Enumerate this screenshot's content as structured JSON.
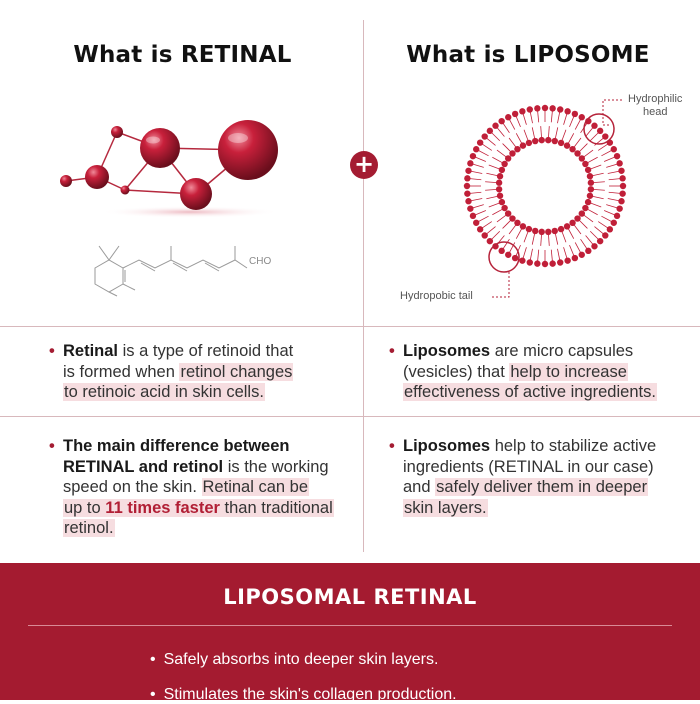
{
  "colors": {
    "brand_red": "#a41b30",
    "highlight": "#f6dde0",
    "accent_text": "#b11f35"
  },
  "left": {
    "title": "What is RETINAL",
    "formula_group": "CHO",
    "point1": {
      "bold": "Retinal",
      "text_a": " is a type of retinoid that",
      "text_b": "is formed when ",
      "hl1": "retinol changes",
      "hl2": "to retinoic acid in skin cells."
    },
    "point2": {
      "bold1": "The main difference between",
      "bold2": "RETINAL and retinol",
      "text_a": " is the working",
      "text_b": "speed  on the skin. ",
      "hl1": "Retinal can be",
      "hl2a": "up to ",
      "red": "11 times faster",
      "hl2b": " than traditional",
      "hl3": "retinol."
    }
  },
  "plus_symbol": "+",
  "right": {
    "title": "What is LIPOSOME",
    "label_head_1": "Hydrophilic",
    "label_head_2": "head",
    "label_tail": "Hydropobic tail",
    "point1": {
      "bold": "Liposomes",
      "text_a": " are micro capsules",
      "text_b": "(vesicles) that ",
      "hl1": "help to increase",
      "hl2": "effectiveness of active ingredients."
    },
    "point2": {
      "bold": "Liposomes",
      "text_a": " help to stabilize active",
      "text_b": "ingredients (RETINAL in our case)",
      "text_c": "and ",
      "hl1": "safely deliver them in deeper",
      "hl2": "skin layers."
    }
  },
  "banner": {
    "title": "LIPOSOMAL RETINAL",
    "bullet": "•",
    "items": [
      "Safely absorbs into deeper skin layers.",
      "Stimulates the skin's collagen production."
    ]
  }
}
